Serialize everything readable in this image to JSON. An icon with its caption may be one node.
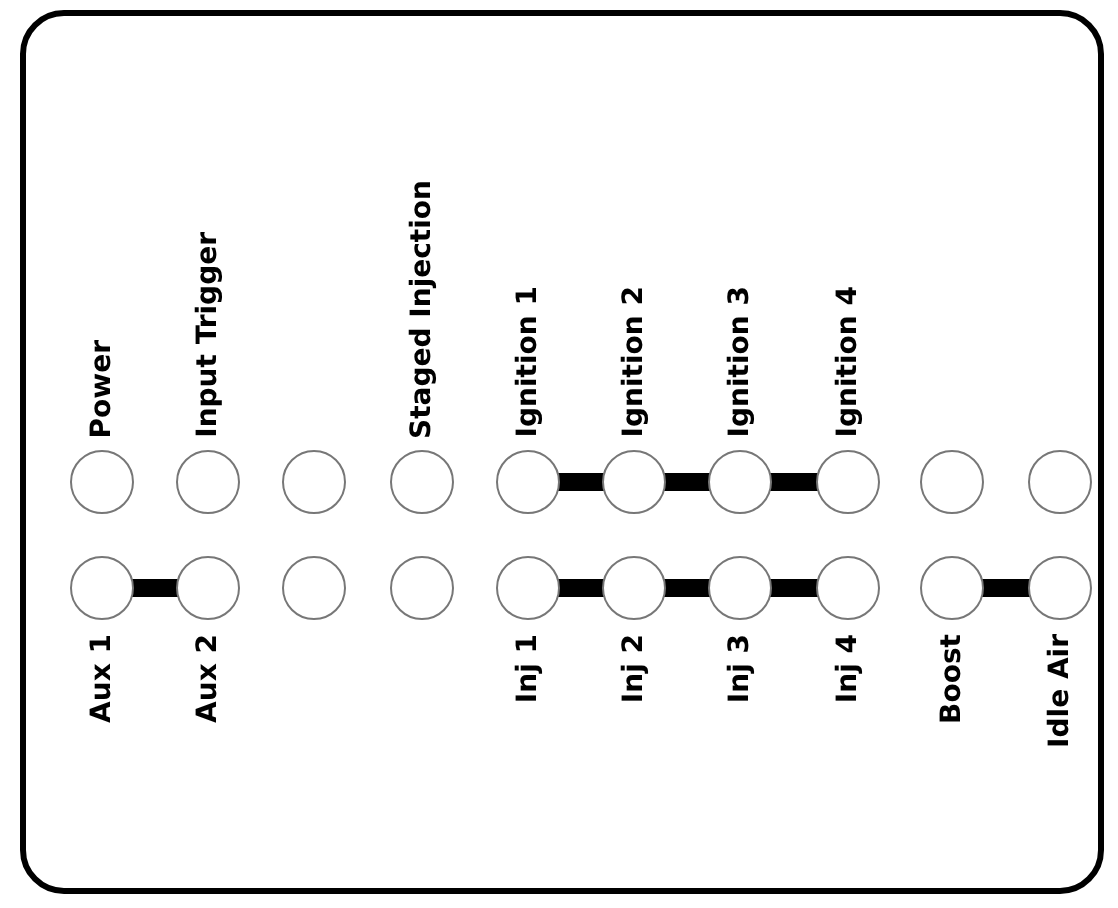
{
  "diagram": {
    "nodes": [
      {
        "text": [],
        "shape": "box"
      },
      {
        "text": [],
        "shape": "circle",
        "in": 0,
        "beside": [
          "Power"
        ]
      },
      {
        "text": [],
        "shape": "circle",
        "in": 0,
        "beside": [
          "Input Trigger"
        ]
      },
      {
        "text": [],
        "shape": "circle",
        "in": 0
      },
      {
        "text": [],
        "shape": "circle",
        "in": 0,
        "beside": [
          "Staged Injection"
        ]
      },
      {
        "text": [],
        "shape": "circle",
        "in": 0,
        "beside": [
          "Ignition 1"
        ]
      },
      {
        "text": [],
        "shape": "circle",
        "in": 0,
        "beside": [
          "Ignition 2"
        ]
      },
      {
        "text": [],
        "shape": "circle",
        "in": 0,
        "beside": [
          "Ignition 3"
        ]
      },
      {
        "text": [],
        "shape": "circle",
        "in": 0,
        "beside": [
          "Ignition 4"
        ]
      },
      {
        "text": [],
        "shape": "circle",
        "in": 0
      },
      {
        "text": [],
        "shape": "circle",
        "in": 0
      },
      {
        "text": [],
        "shape": "circle",
        "in": 0,
        "beside": [
          "Aux 1"
        ]
      },
      {
        "text": [],
        "shape": "circle",
        "in": 0,
        "beside": [
          "Aux 2"
        ]
      },
      {
        "text": [],
        "shape": "circle",
        "in": 0
      },
      {
        "text": [],
        "shape": "circle",
        "in": 0
      },
      {
        "text": [],
        "shape": "circle",
        "in": 0,
        "beside": [
          "Inj 1"
        ]
      },
      {
        "text": [],
        "shape": "circle",
        "in": 0,
        "beside": [
          "Inj 2"
        ]
      },
      {
        "text": [],
        "shape": "circle",
        "in": 0,
        "beside": [
          "Inj 3"
        ]
      },
      {
        "text": [],
        "shape": "circle",
        "in": 0,
        "beside": [
          "Inj 4"
        ]
      },
      {
        "text": [],
        "shape": "circle",
        "in": 0,
        "beside": [
          "Boost"
        ]
      },
      {
        "text": [],
        "shape": "circle",
        "in": 0,
        "beside": [
          "Idle Air"
        ]
      }
    ],
    "edges": [
      {
        "from": 5,
        "to": 6,
        "arrow": "none"
      },
      {
        "from": 6,
        "to": 7,
        "arrow": "none"
      },
      {
        "from": 7,
        "to": 8,
        "arrow": "none"
      },
      {
        "from": 11,
        "to": 12,
        "arrow": "none"
      },
      {
        "from": 15,
        "to": 16,
        "arrow": "none"
      },
      {
        "from": 16,
        "to": 17,
        "arrow": "none"
      },
      {
        "from": 17,
        "to": 18,
        "arrow": "none"
      },
      {
        "from": 19,
        "to": 20,
        "arrow": "none"
      }
    ]
  }
}
